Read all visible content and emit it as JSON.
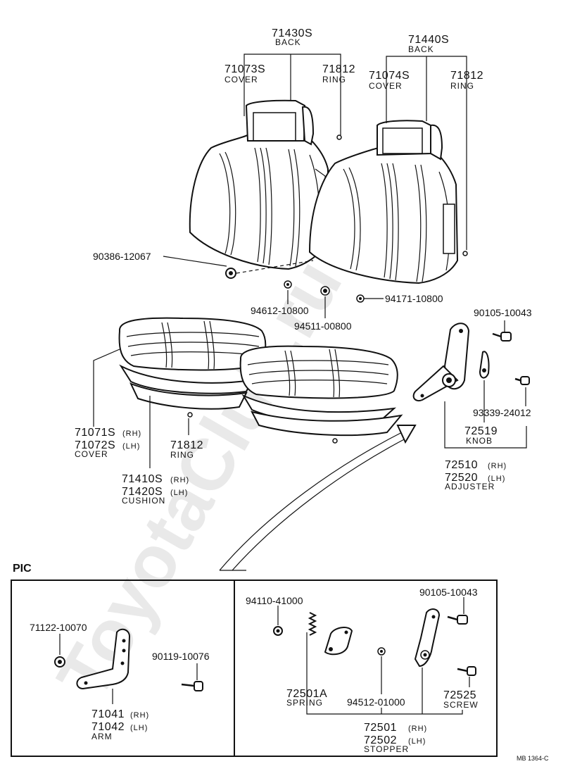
{
  "watermark": "ToyotaClub.ru",
  "top": {
    "back_rh": {
      "part": "71430S",
      "name": "BACK"
    },
    "back_lh": {
      "part": "71440S",
      "name": "BACK"
    },
    "cover_back_rh": {
      "part": "71073S",
      "name": "COVER"
    },
    "cover_back_lh": {
      "part": "71074S",
      "name": "COVER"
    },
    "ring_back_rh": {
      "part": "71812",
      "name": "RING"
    },
    "ring_back_lh": {
      "part": "71812",
      "name": "RING"
    },
    "bolt": "90386-12067",
    "washer": "94612-10800",
    "nut_small": "94511-00800",
    "nut": "94171-10800",
    "screw_adjuster": "90105-10043",
    "screw_knob": "93339-24012",
    "knob": {
      "part": "72519",
      "name": "KNOB"
    },
    "adjuster": {
      "part_rh": "72510",
      "part_lh": "72520",
      "rh": "(RH)",
      "lh": "(LH)",
      "name": "ADJUSTER"
    },
    "cover_cushion": {
      "part_rh": "71071S",
      "part_lh": "71072S",
      "rh": "(RH)",
      "lh": "(LH)",
      "name": "COVER"
    },
    "ring_cushion": {
      "part": "71812",
      "name": "RING"
    },
    "cushion": {
      "part_rh": "71410S",
      "part_lh": "71420S",
      "rh": "(RH)",
      "lh": "(LH)",
      "name": "CUSHION"
    }
  },
  "pic": {
    "heading": "PIC",
    "nut": "71122-10070",
    "bolt": "90119-10076",
    "arm": {
      "part_rh": "71041",
      "part_lh": "71042",
      "rh": "(RH)",
      "lh": "(LH)",
      "name": "ARM"
    },
    "nut_right": "94110-41000",
    "screw_top": "90105-10043",
    "spring": {
      "part": "72501A",
      "name": "SPRING"
    },
    "washer": "94512-01000",
    "screw": {
      "part": "72525",
      "name": "SCREW"
    },
    "stopper": {
      "part_rh": "72501",
      "part_lh": "72502",
      "rh": "(RH)",
      "lh": "(LH)",
      "name": "STOPPER"
    }
  },
  "diagram_code": "MB 1364-C"
}
